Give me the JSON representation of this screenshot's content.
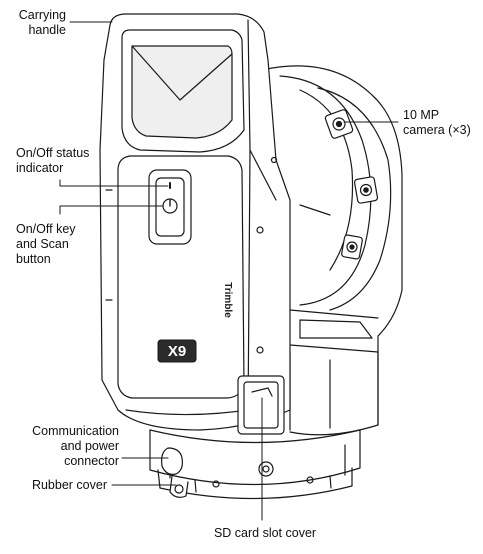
{
  "callouts": {
    "carrying_handle": "Carrying\nhandle",
    "onoff_status": "On/Off status\nindicator",
    "onoff_key": "On/Off key\nand Scan\nbutton",
    "camera": "10 MP\ncamera (×3)",
    "communication": "Communication\nand power\nconnector",
    "rubber_cover": "Rubber cover",
    "sd_card": "SD card slot cover"
  },
  "device": {
    "model_label": "X9",
    "brand_label": "Trimble",
    "power_symbol": "⏻"
  },
  "colors": {
    "line": "#1a1a1a",
    "body_fill": "#ffffff",
    "shade": "#e6e6e6",
    "dark": "#2b2b2b"
  }
}
